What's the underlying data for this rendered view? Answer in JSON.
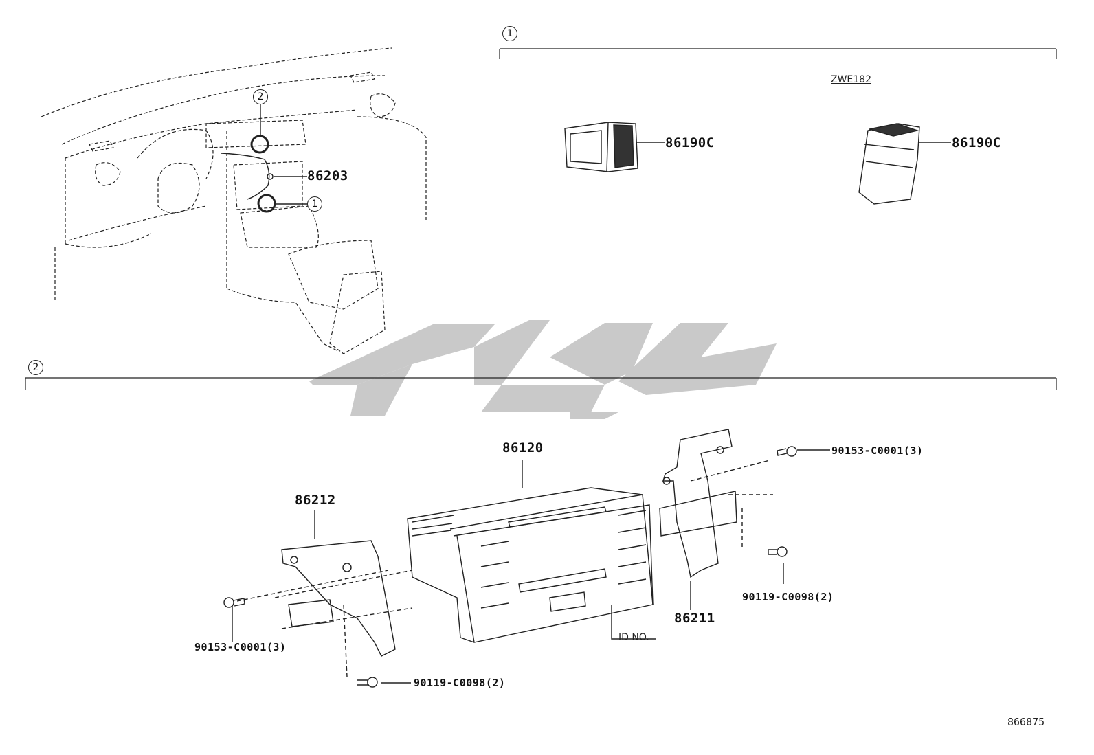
{
  "sections": {
    "section1": {
      "marker": "1"
    },
    "section2": {
      "marker": "2"
    }
  },
  "overview": {
    "callout_2": "2",
    "callout_1": "1",
    "part_86203": "86203"
  },
  "section1": {
    "model_code": "ZWE182",
    "switch_left_part": "86190C",
    "switch_right_part": "86190C"
  },
  "section2": {
    "head_unit": "86120",
    "bracket_left": "86212",
    "bracket_right": "86211",
    "screw_left": "90153-C0001(3)",
    "bolt_left": "90119-C0098(2)",
    "screw_right": "90153-C0001(3)",
    "bolt_right": "90119-C0098(2)",
    "id_no": "ID NO."
  },
  "watermark": {
    "color": "#c9c9c9"
  },
  "footer": {
    "diagram_number": "866875"
  }
}
